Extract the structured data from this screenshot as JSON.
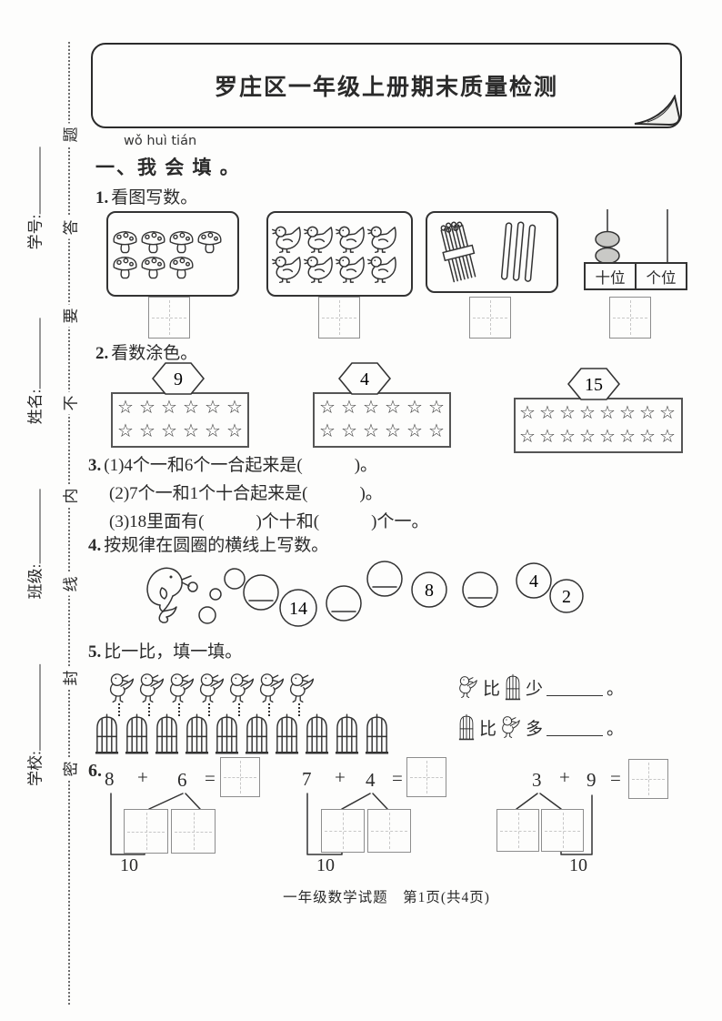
{
  "header": {
    "title": "罗庄区一年级上册期末质量检测"
  },
  "sidebar": {
    "fields": [
      {
        "label": "学号:"
      },
      {
        "label": "姓名:"
      },
      {
        "label": "班级:"
      },
      {
        "label": "学校:"
      }
    ],
    "seal_chars": [
      "题",
      "答",
      "要",
      "不",
      "内",
      "线",
      "封",
      "密"
    ]
  },
  "section_one": {
    "pinyin": "wǒ huì tián",
    "heading": "一、我 会 填 。"
  },
  "q1": {
    "num": "1.",
    "text": "看图写数。",
    "mushroom_count": 7,
    "duck_count": 8,
    "abacus": {
      "tens": "十位",
      "ones": "个位",
      "tens_beads": 2
    }
  },
  "q2": {
    "num": "2.",
    "text": "看数涂色。",
    "groups": [
      {
        "number": "9",
        "star_count": 12
      },
      {
        "number": "4",
        "star_count": 12
      },
      {
        "number": "15",
        "star_count": 16
      }
    ]
  },
  "q3": {
    "num": "3.",
    "line1": "(1)4个一和6个一合起来是(　　　)。",
    "line2": "(2)7个一和1个十合起来是(　　　)。",
    "line3": "(3)18里面有(　　　)个十和(　　　)个一。"
  },
  "q4": {
    "num": "4.",
    "text": "按规律在圆圈的横线上写数。",
    "circle_values": {
      "c2": "14",
      "c5": "8",
      "c7": "4",
      "c8": "2"
    }
  },
  "q5": {
    "num": "5.",
    "text": "比一比，填一填。",
    "bird_count": 7,
    "cage_count": 10,
    "cmp1": {
      "word_bi": "比",
      "word": "少",
      "period": "。"
    },
    "cmp2": {
      "word_bi": "比",
      "word": "多",
      "period": "。"
    }
  },
  "q6": {
    "num": "6.",
    "p1": {
      "a": "8",
      "plus": "+",
      "b": "6",
      "eq": "=",
      "ten": "10"
    },
    "p2": {
      "a": "7",
      "plus": "+",
      "b": "4",
      "eq": "=",
      "ten": "10"
    },
    "p3": {
      "a": "3",
      "plus": "+",
      "b": "9",
      "eq": "=",
      "ten": "10"
    }
  },
  "icons": {
    "star": "☆"
  },
  "footer": {
    "text": "一年级数学试题　第1页(共4页)"
  }
}
